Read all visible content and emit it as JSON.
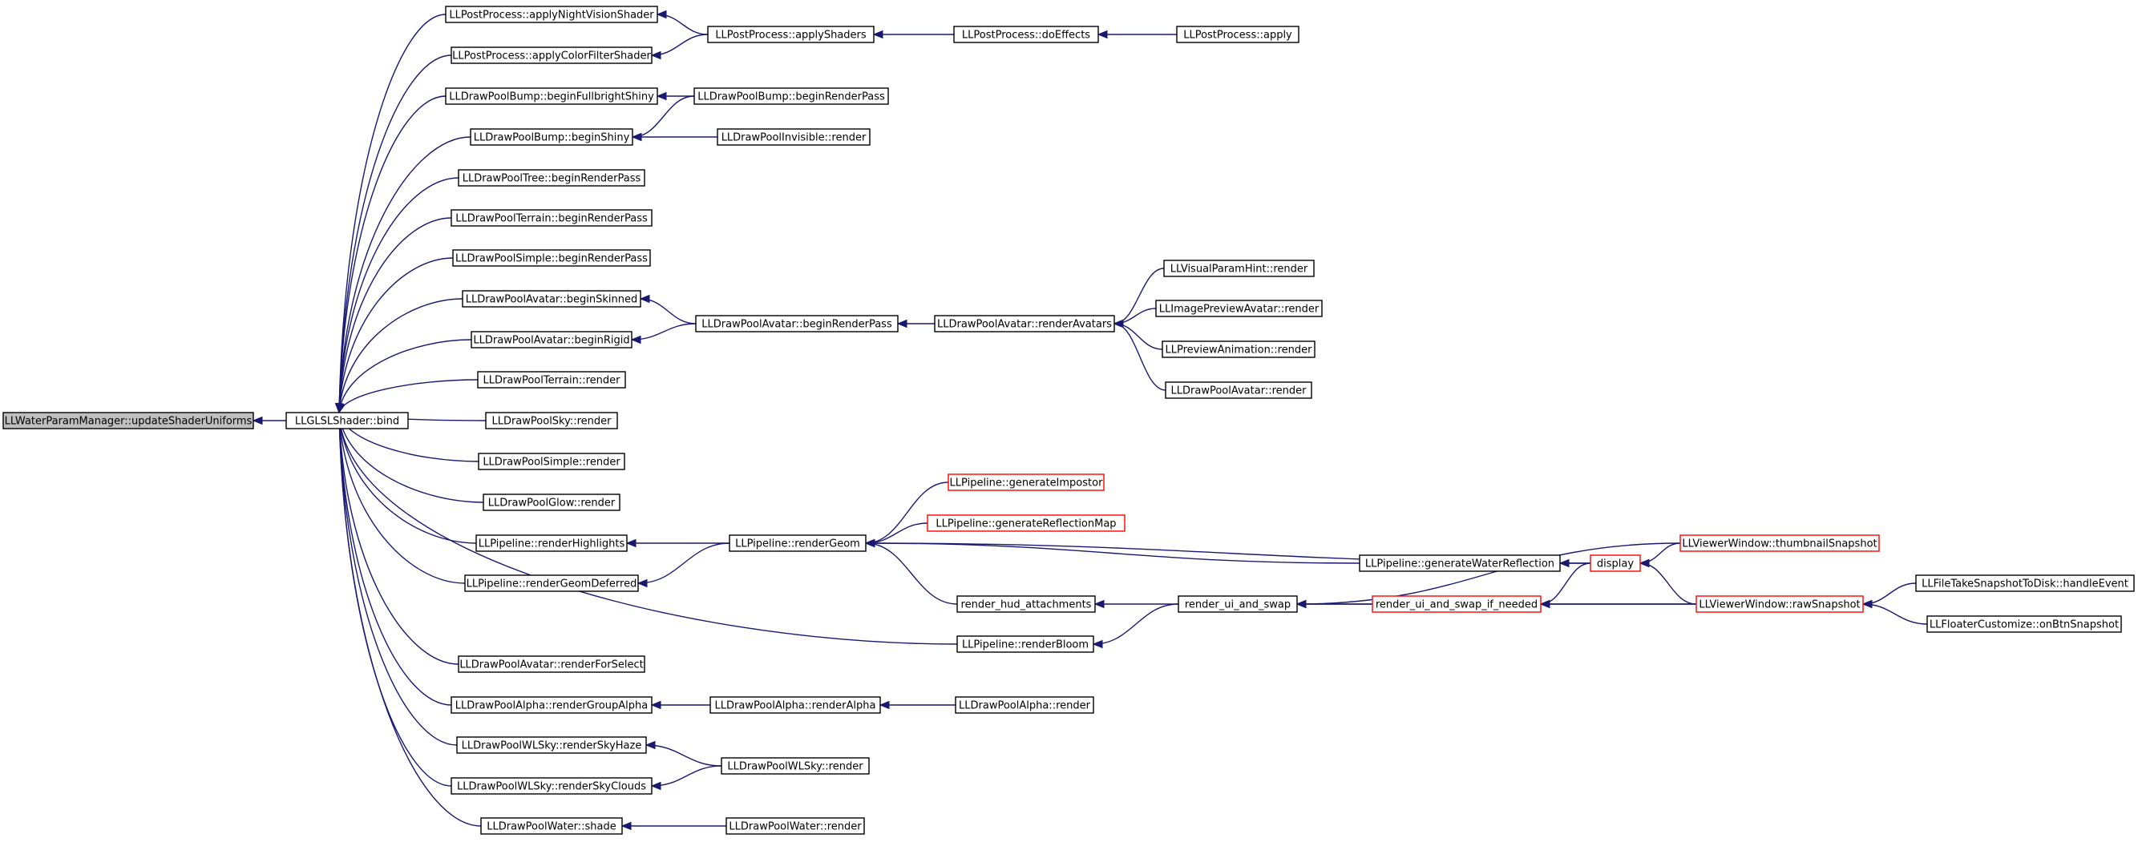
{
  "colors": {
    "edge": "#191970",
    "node_border": "#000000",
    "truncated_node_border": "#ff0000",
    "root_fill": "#bfbfbf",
    "background": "#ffffff"
  },
  "nodes": {
    "root": "LLWaterParamManager::updateShaderUniforms",
    "bind": "LLGLSLShader::bind",
    "nightvision": "LLPostProcess::applyNightVisionShader",
    "colorfilter": "LLPostProcess::applyColorFilterShader",
    "applyshaders": "LLPostProcess::applyShaders",
    "doeffects": "LLPostProcess::doEffects",
    "ppapply": "LLPostProcess::apply",
    "fullbrightshiny": "LLDrawPoolBump::beginFullbrightShiny",
    "bumpbeginrp": "LLDrawPoolBump::beginRenderPass",
    "beginshiny": "LLDrawPoolBump::beginShiny",
    "invisiblerender": "LLDrawPoolInvisible::render",
    "treebeginrp": "LLDrawPoolTree::beginRenderPass",
    "terrainbeginrp": "LLDrawPoolTerrain::beginRenderPass",
    "simplebeginrp": "LLDrawPoolSimple::beginRenderPass",
    "beginskinned": "LLDrawPoolAvatar::beginSkinned",
    "beginrigid": "LLDrawPoolAvatar::beginRigid",
    "avatarbeginrp": "LLDrawPoolAvatar::beginRenderPass",
    "renderavatars": "LLDrawPoolAvatar::renderAvatars",
    "visualparamhint": "LLVisualParamHint::render",
    "imagepreviewavatar": "LLImagePreviewAvatar::render",
    "previewanimation": "LLPreviewAnimation::render",
    "avatarrender": "LLDrawPoolAvatar::render",
    "terrainrender": "LLDrawPoolTerrain::render",
    "skyrender": "LLDrawPoolSky::render",
    "simplerender": "LLDrawPoolSimple::render",
    "glowrender": "LLDrawPoolGlow::render",
    "renderhighlights": "LLPipeline::renderHighlights",
    "rendergeomdeferred": "LLPipeline::renderGeomDeferred",
    "rendergeom": "LLPipeline::renderGeom",
    "generateimpostor": "LLPipeline::generateImpostor",
    "generatereflectionmap": "LLPipeline::generateReflectionMap",
    "generatewaterreflection": "LLPipeline::generateWaterReflection",
    "display": "display",
    "thumbnailsnapshot": "LLViewerWindow::thumbnailSnapshot",
    "renderhud": "render_hud_attachments",
    "renderuiandswap": "render_ui_and_swap",
    "renderuiifneeded": "render_ui_and_swap_if_needed",
    "rawsnapshot": "LLViewerWindow::rawSnapshot",
    "filetakesnapshot": "LLFileTakeSnapshotToDisk::handleEvent",
    "floatercustomize": "LLFloaterCustomize::onBtnSnapshot",
    "renderbloom": "LLPipeline::renderBloom",
    "renderforselect": "LLDrawPoolAvatar::renderForSelect",
    "rendergroupalpha": "LLDrawPoolAlpha::renderGroupAlpha",
    "renderalpha": "LLDrawPoolAlpha::renderAlpha",
    "alpharender": "LLDrawPoolAlpha::render",
    "renderskyhaze": "LLDrawPoolWLSky::renderSkyHaze",
    "renderskyclouds": "LLDrawPoolWLSky::renderSkyClouds",
    "wlskyrender": "LLDrawPoolWLSky::render",
    "watershade": "LLDrawPoolWater::shade",
    "waterrender": "LLDrawPoolWater::render"
  },
  "edges": [
    [
      "bind",
      "root"
    ],
    [
      "nightvision",
      "bind"
    ],
    [
      "colorfilter",
      "bind"
    ],
    [
      "fullbrightshiny",
      "bind"
    ],
    [
      "beginshiny",
      "bind"
    ],
    [
      "treebeginrp",
      "bind"
    ],
    [
      "terrainbeginrp",
      "bind"
    ],
    [
      "simplebeginrp",
      "bind"
    ],
    [
      "beginskinned",
      "bind"
    ],
    [
      "beginrigid",
      "bind"
    ],
    [
      "terrainrender",
      "bind"
    ],
    [
      "skyrender",
      "bind"
    ],
    [
      "simplerender",
      "bind"
    ],
    [
      "glowrender",
      "bind"
    ],
    [
      "renderhighlights",
      "bind"
    ],
    [
      "rendergeomdeferred",
      "bind"
    ],
    [
      "renderbloom",
      "bind"
    ],
    [
      "renderforselect",
      "bind"
    ],
    [
      "rendergroupalpha",
      "bind"
    ],
    [
      "renderskyhaze",
      "bind"
    ],
    [
      "renderskyclouds",
      "bind"
    ],
    [
      "watershade",
      "bind"
    ],
    [
      "applyshaders",
      "nightvision"
    ],
    [
      "applyshaders",
      "colorfilter"
    ],
    [
      "doeffects",
      "applyshaders"
    ],
    [
      "ppapply",
      "doeffects"
    ],
    [
      "bumpbeginrp",
      "fullbrightshiny"
    ],
    [
      "bumpbeginrp",
      "beginshiny"
    ],
    [
      "invisiblerender",
      "beginshiny"
    ],
    [
      "avatarbeginrp",
      "beginskinned"
    ],
    [
      "avatarbeginrp",
      "beginrigid"
    ],
    [
      "renderavatars",
      "avatarbeginrp"
    ],
    [
      "visualparamhint",
      "renderavatars"
    ],
    [
      "imagepreviewavatar",
      "renderavatars"
    ],
    [
      "previewanimation",
      "renderavatars"
    ],
    [
      "avatarrender",
      "renderavatars"
    ],
    [
      "rendergeom",
      "renderhighlights"
    ],
    [
      "rendergeom",
      "rendergeomdeferred"
    ],
    [
      "generateimpostor",
      "rendergeom"
    ],
    [
      "generatereflectionmap",
      "rendergeom"
    ],
    [
      "generatewaterreflection",
      "rendergeom"
    ],
    [
      "display",
      "rendergeom"
    ],
    [
      "renderhud",
      "rendergeom"
    ],
    [
      "display",
      "generatewaterreflection"
    ],
    [
      "thumbnailsnapshot",
      "display"
    ],
    [
      "rawsnapshot",
      "display"
    ],
    [
      "renderuiandswap",
      "renderhud"
    ],
    [
      "renderuiandswap",
      "renderbloom"
    ],
    [
      "thumbnailsnapshot",
      "renderuiandswap"
    ],
    [
      "renderuiifneeded",
      "renderuiandswap"
    ],
    [
      "rawsnapshot",
      "renderuiandswap"
    ],
    [
      "display",
      "renderuiifneeded"
    ],
    [
      "rawsnapshot",
      "renderuiifneeded"
    ],
    [
      "filetakesnapshot",
      "rawsnapshot"
    ],
    [
      "floatercustomize",
      "rawsnapshot"
    ],
    [
      "renderalpha",
      "rendergroupalpha"
    ],
    [
      "alpharender",
      "renderalpha"
    ],
    [
      "wlskyrender",
      "renderskyhaze"
    ],
    [
      "wlskyrender",
      "renderskyclouds"
    ],
    [
      "waterrender",
      "watershade"
    ]
  ]
}
